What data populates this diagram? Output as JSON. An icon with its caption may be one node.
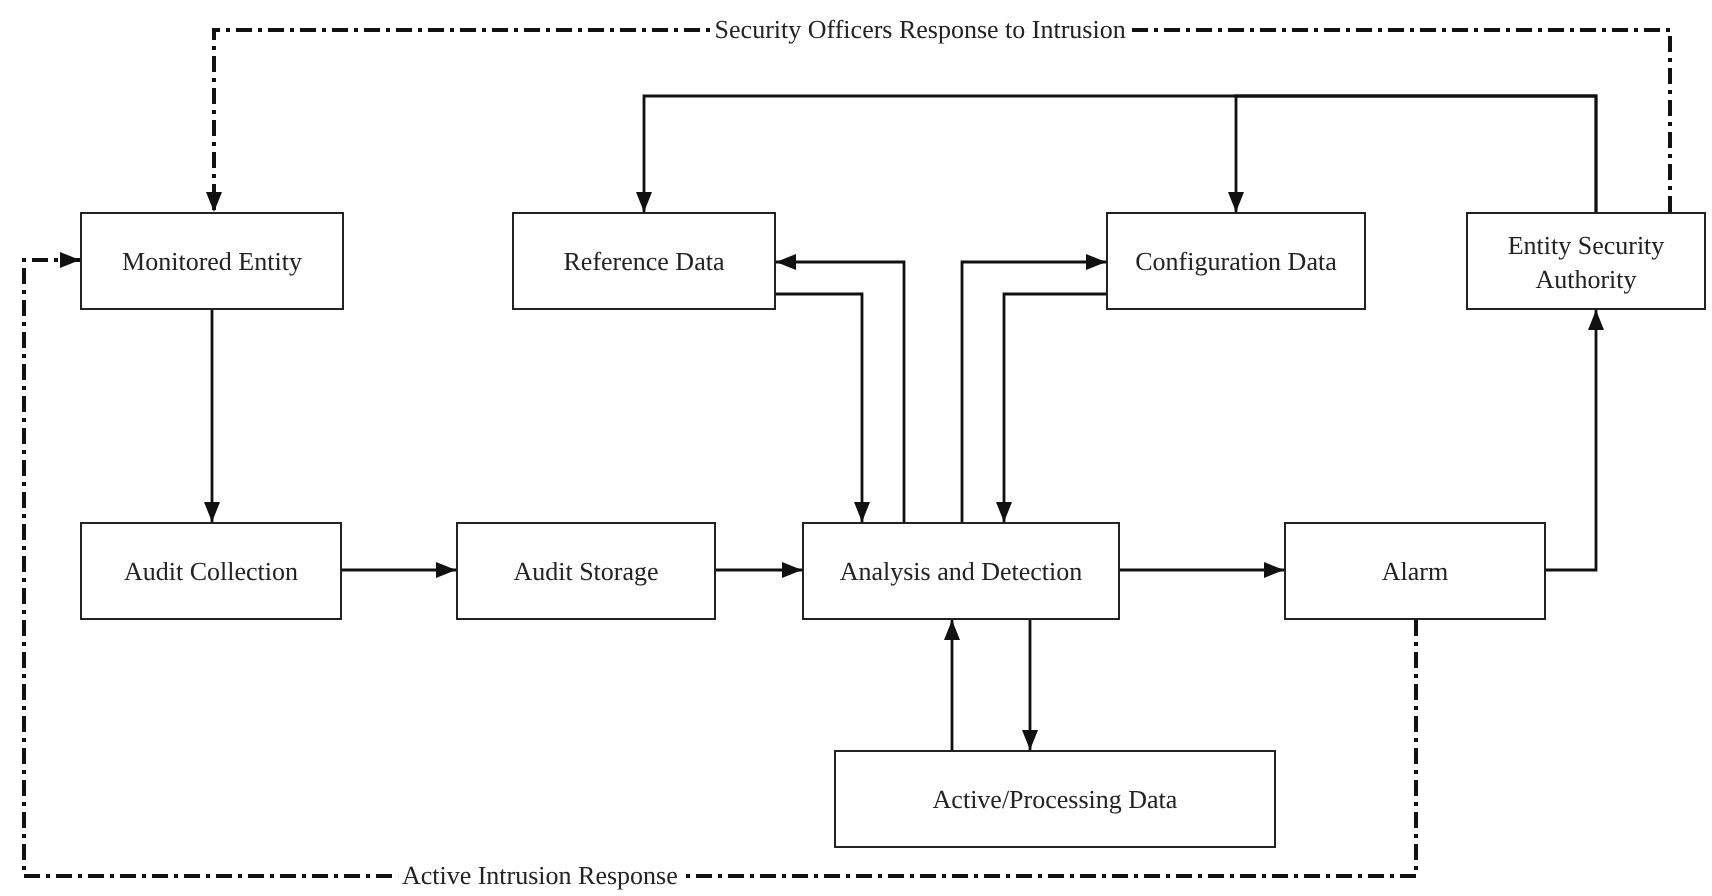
{
  "diagram": {
    "nodes": [
      {
        "text": [
          "Monitored Entity"
        ]
      },
      {
        "text": [
          "Reference Data"
        ]
      },
      {
        "text": [
          "Configuration Data"
        ]
      },
      {
        "text": [
          "Entity Security Authority"
        ]
      },
      {
        "text": [
          "Audit Collection"
        ]
      },
      {
        "text": [
          "Audit Storage"
        ]
      },
      {
        "text": [
          "Analysis and Detection"
        ]
      },
      {
        "text": [
          "Alarm"
        ]
      },
      {
        "text": [
          "Active/Processing Data"
        ]
      }
    ],
    "edges": [
      {
        "from": 0,
        "to": 4,
        "arrow": "to"
      },
      {
        "from": 4,
        "to": 5,
        "arrow": "to"
      },
      {
        "from": 5,
        "to": 6,
        "arrow": "to"
      },
      {
        "from": 6,
        "to": 7,
        "arrow": "to"
      },
      {
        "from": 7,
        "to": 3,
        "arrow": "to"
      },
      {
        "from": 3,
        "to": 1,
        "arrow": "to"
      },
      {
        "from": 3,
        "to": 2,
        "arrow": "to"
      },
      {
        "from": 6,
        "to": 1,
        "arrow": "to"
      },
      {
        "from": 1,
        "to": 6,
        "arrow": "to"
      },
      {
        "from": 6,
        "to": 2,
        "arrow": "to"
      },
      {
        "from": 2,
        "to": 6,
        "arrow": "to"
      },
      {
        "from": 8,
        "to": 6,
        "arrow": "to"
      },
      {
        "from": 6,
        "to": 8,
        "arrow": "to"
      },
      {
        "from": 3,
        "to": 0,
        "arrow": "to",
        "label": "Security Officers Response to Intrusion",
        "style": "dashed"
      },
      {
        "from": 7,
        "to": 0,
        "arrow": "to",
        "label": "Active Intrusion Response",
        "style": "dashed"
      }
    ]
  }
}
